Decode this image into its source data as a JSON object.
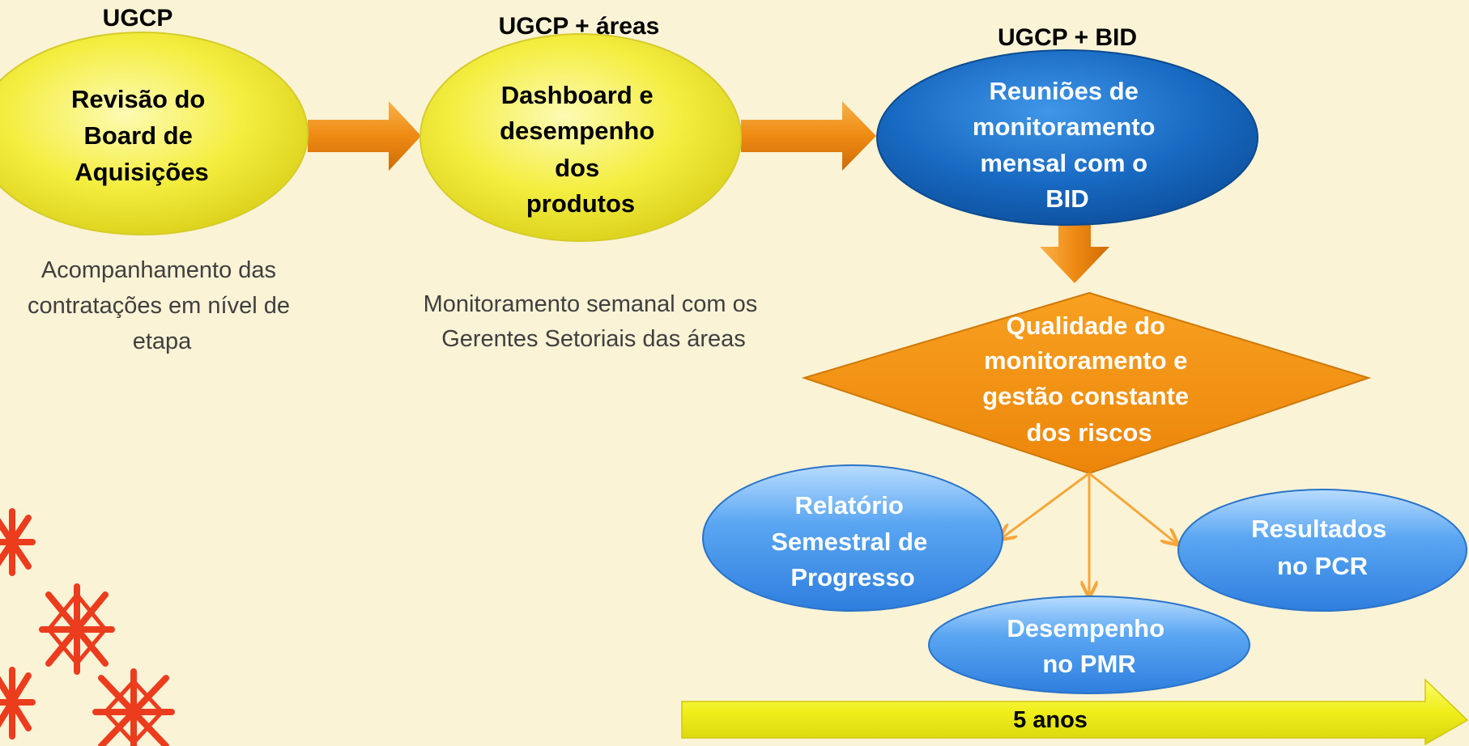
{
  "headers": {
    "ugcp": "UGCP",
    "ugcp_areas": "UGCP + áreas",
    "ugcp_bid": "UGCP + BID"
  },
  "nodes": {
    "board": [
      "Revisão do",
      "Board de",
      "Aquisições"
    ],
    "dashboard": [
      "Dashboard e",
      "desempenho",
      "dos",
      "produtos"
    ],
    "reunioes": [
      "Reuniões de",
      "monitoramento",
      "mensal com o",
      "BID"
    ],
    "qualidade": [
      "Qualidade do",
      "monitoramento e",
      "gestão constante",
      "dos riscos"
    ],
    "relatorio": [
      "Relatório",
      "Semestral de",
      "Progresso"
    ],
    "desempenho_pmr": [
      "Desempenho",
      "no PMR"
    ],
    "resultados_pcr": [
      "Resultados",
      "no PCR"
    ]
  },
  "captions": {
    "board": [
      "Acompanhamento das",
      "contratações em nível de",
      "etapa"
    ],
    "dashboard": [
      "Monitoramento semanal com os",
      "Gerentes Setoriais das áreas"
    ]
  },
  "timeline": {
    "label": "5 anos"
  },
  "colors": {
    "background": "#fbf3d6",
    "yellow_node": "#f4ec3c",
    "dark_blue_node": "#1a6fc4",
    "orange_diamond": "#f5920f",
    "light_blue_node": "#4d9ef0",
    "arrow_orange": "#f0901a",
    "timeline_yellow": "#f0f01a",
    "decoration_red": "#ec3c1e"
  }
}
